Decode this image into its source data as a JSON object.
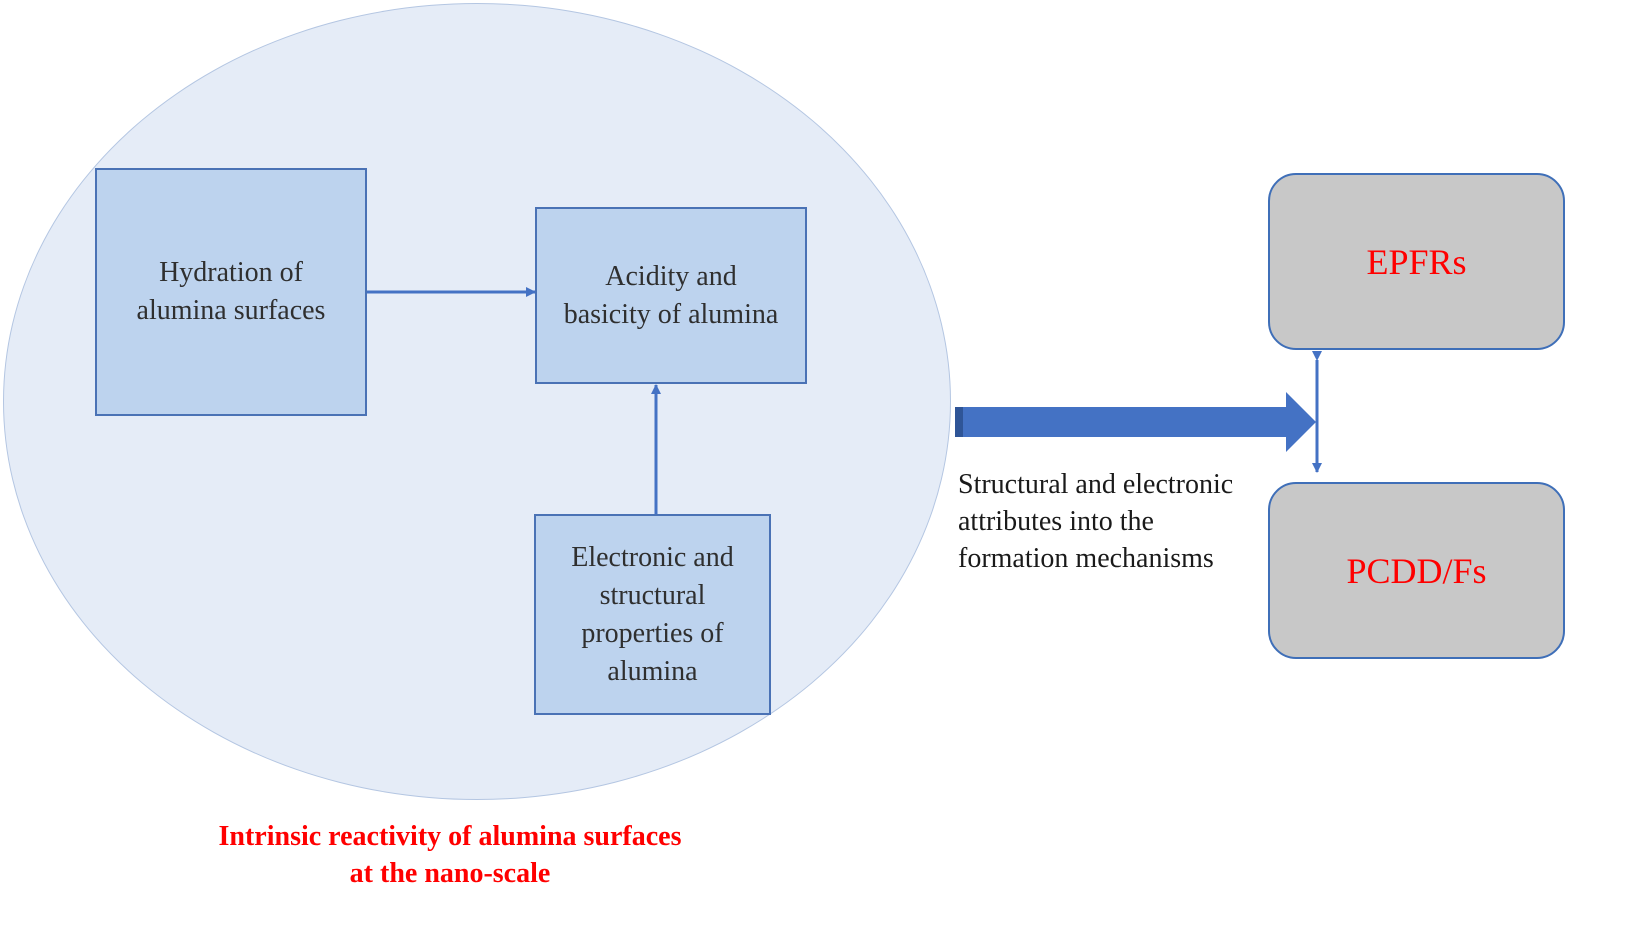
{
  "nodes": {
    "hydration": "Hydration of\nalumina surfaces",
    "acidity": "Acidity and\nbasicity of alumina",
    "electronic": "Electronic and\nstructural\nproperties of\nalumina",
    "epfrs": "EPFRs",
    "pcdd": "PCDD/Fs"
  },
  "arrow_label": "Structural and electronic\nattributes into the\nformation mechanisms",
  "caption": "Intrinsic reactivity of alumina surfaces\nat the nano-scale",
  "colors": {
    "ellipse_fill": "#e5ecf7",
    "box_fill": "#bdd3ee",
    "box_border": "#4a72b5",
    "output_fill": "#c8c8c8",
    "arrow": "#4472c4",
    "highlight_text": "#ff0000"
  }
}
